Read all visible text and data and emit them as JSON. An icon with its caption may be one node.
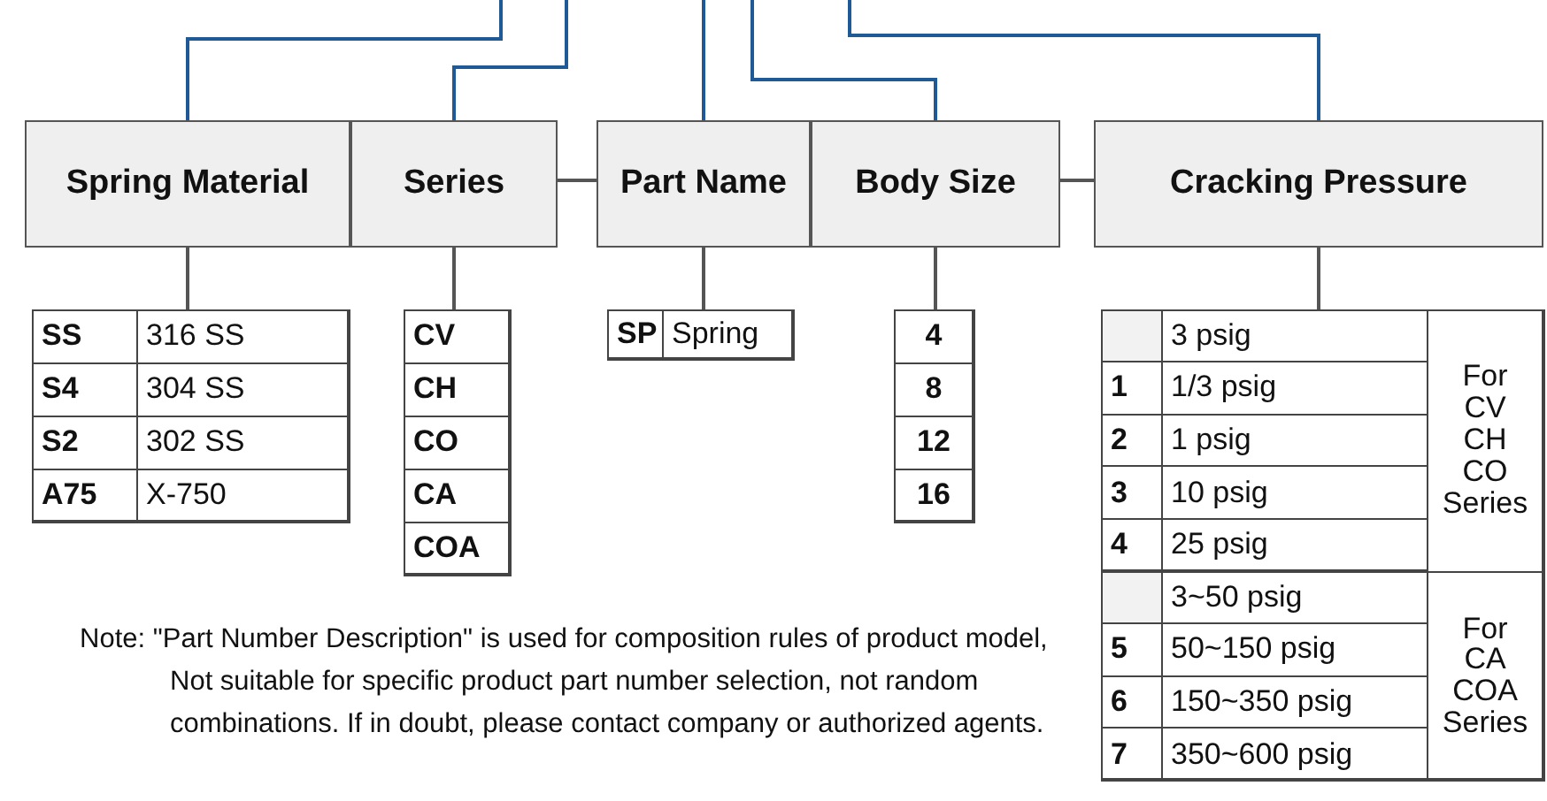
{
  "diagram": {
    "nodes": [
      {
        "text": [
          "Spring Material"
        ]
      },
      {
        "text": [
          "Series"
        ]
      },
      {
        "text": [
          "Part Name"
        ]
      },
      {
        "text": [
          "Body Size"
        ]
      },
      {
        "text": [
          "Cracking Pressure"
        ]
      },
      {
        "text": [
          "SS",
          "316 SS",
          "S4",
          "304 SS",
          "S2",
          "302 SS",
          "A75",
          "X-750"
        ]
      },
      {
        "text": [
          "CV",
          "CH",
          "CO",
          "CA",
          "COA"
        ]
      },
      {
        "text": [
          "SP",
          "Spring"
        ]
      },
      {
        "text": [
          "4",
          "8",
          "12",
          "16"
        ]
      },
      {
        "text": [
          "3 psig",
          "1",
          "1/3 psig",
          "2",
          "1 psig",
          "3",
          "10 psig",
          "4",
          "25 psig",
          "For CV CH CO Series",
          "3~50 psig",
          "5",
          "50~150 psig",
          "6",
          "150~350 psig",
          "7",
          "350~600 psig",
          "For CA COA Series"
        ]
      }
    ],
    "edges": [
      {
        "from": null,
        "to": 0,
        "arrow": "none",
        "color": "#1f5a96"
      },
      {
        "from": null,
        "to": 1,
        "arrow": "none",
        "color": "#1f5a96"
      },
      {
        "from": null,
        "to": 2,
        "arrow": "none",
        "color": "#1f5a96"
      },
      {
        "from": null,
        "to": 3,
        "arrow": "none",
        "color": "#1f5a96"
      },
      {
        "from": null,
        "to": 4,
        "arrow": "none",
        "color": "#1f5a96"
      },
      {
        "from": 0,
        "to": 5,
        "arrow": "none"
      },
      {
        "from": 1,
        "to": 6,
        "arrow": "none"
      },
      {
        "from": 2,
        "to": 7,
        "arrow": "none"
      },
      {
        "from": 3,
        "to": 8,
        "arrow": "none"
      },
      {
        "from": 4,
        "to": 9,
        "arrow": "none"
      },
      {
        "from": 1,
        "to": 2,
        "arrow": "none"
      },
      {
        "from": 3,
        "to": 4,
        "arrow": "none"
      }
    ],
    "labels": [
      "Note: \"Part Number Description\" is used for composition rules of product model, Not suitable for specific product part number selection, not random combinations. If in doubt, please contact company or authorized agents."
    ]
  }
}
